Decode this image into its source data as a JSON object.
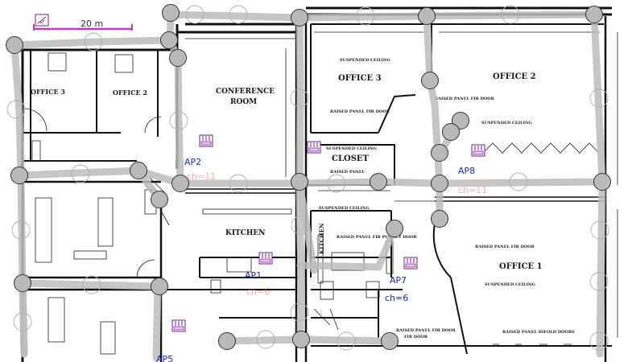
{
  "scale_bar": {
    "label": "20 m",
    "color": "#c13ab8",
    "icon": "ruler-icon"
  },
  "rooms": {
    "office_a": "OFFICE 3",
    "office_b": "OFFICE 2",
    "conference_1": "CONFERENCE",
    "conference_2": "ROOM",
    "office_3": "OFFICE 3",
    "office_2": "OFFICE 2",
    "closet": "CLOSET",
    "kitchen_main": "KITCHEN",
    "kitchen_side": "KITCHEN",
    "office_1": "OFFICE 1"
  },
  "ceiling_labels": {
    "suspended_1": "SUSPENDED CEILING",
    "suspended_2": "SUSPENDED CEILING",
    "suspended_3": "SUSPENDED CEILING",
    "suspended_4": "SUSPENDED CEILING",
    "suspended_5": "SUSPENDED CEILING"
  },
  "door_labels": {
    "d1": "RAISED PANEL FIR DOOR",
    "d2": "RAISED PANEL FIR DOOR",
    "d3": "RAISED PANEL",
    "d4": "RAISED PANEL FIR POCKET DOOR",
    "d5": "RAISED PANEL FIR DOOR",
    "d6": "RAISED PANEL FIR DOOR",
    "d7": "RAISED PANEL BIFOLD DOORS",
    "d8": "FIR DOOR"
  },
  "access_points": [
    {
      "id": "ap2",
      "name": "AP2",
      "channel": "ch=11"
    },
    {
      "id": "ap8",
      "name": "AP8",
      "channel": "ch=11"
    },
    {
      "id": "ap1",
      "name": "AP1",
      "channel": "ch=6"
    },
    {
      "id": "ap7",
      "name": "AP7",
      "channel": "ch=6"
    },
    {
      "id": "ap5",
      "name": "AP5",
      "channel": ""
    }
  ],
  "colors": {
    "ap_icon": "#7a1d8f",
    "ap_text": "#1b2fb0",
    "path": "#bcbcbc"
  }
}
